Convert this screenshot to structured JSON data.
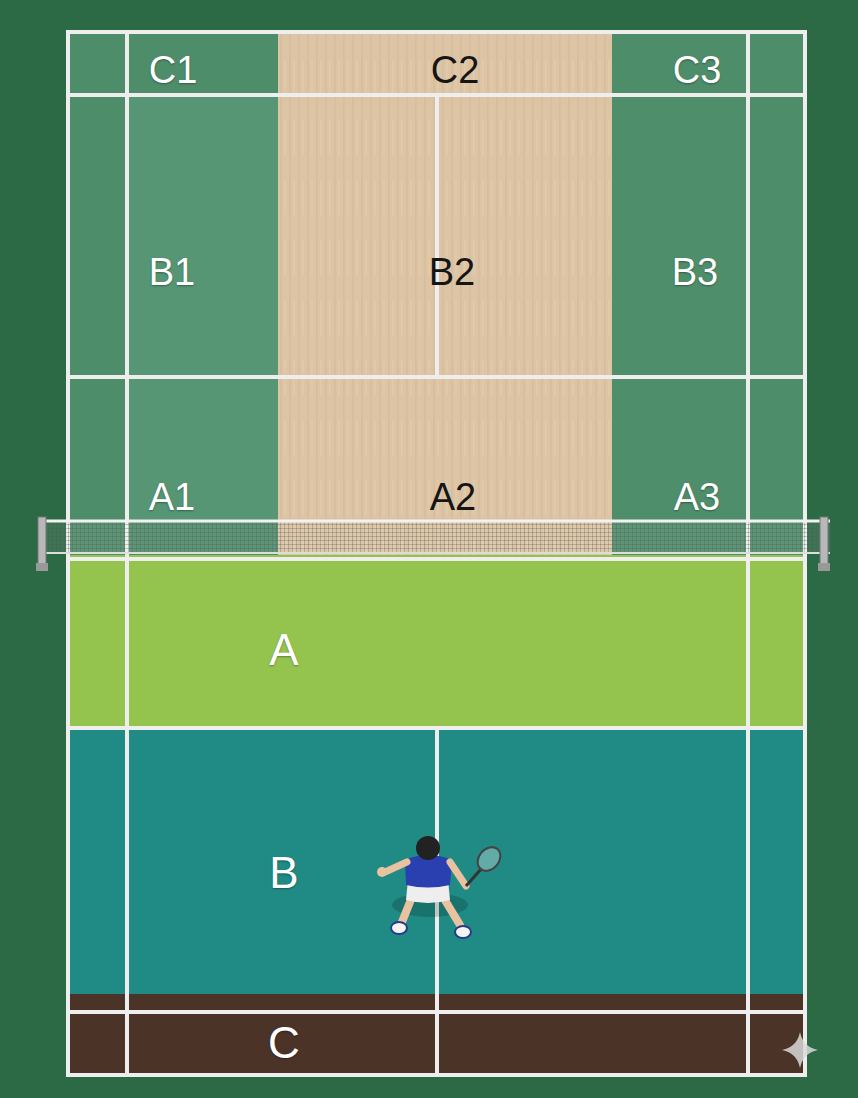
{
  "diagram": {
    "nodes": [
      {
        "text": [
          "C1"
        ]
      },
      {
        "text": [
          "C2"
        ]
      },
      {
        "text": [
          "C3"
        ]
      },
      {
        "text": [
          "B1"
        ]
      },
      {
        "text": [
          "B2"
        ]
      },
      {
        "text": [
          "B3"
        ]
      },
      {
        "text": [
          "A1"
        ]
      },
      {
        "text": [
          "A2"
        ]
      },
      {
        "text": [
          "A3"
        ]
      },
      {
        "text": [
          "A"
        ]
      },
      {
        "text": [
          "B"
        ]
      },
      {
        "text": [
          "C"
        ]
      }
    ]
  }
}
